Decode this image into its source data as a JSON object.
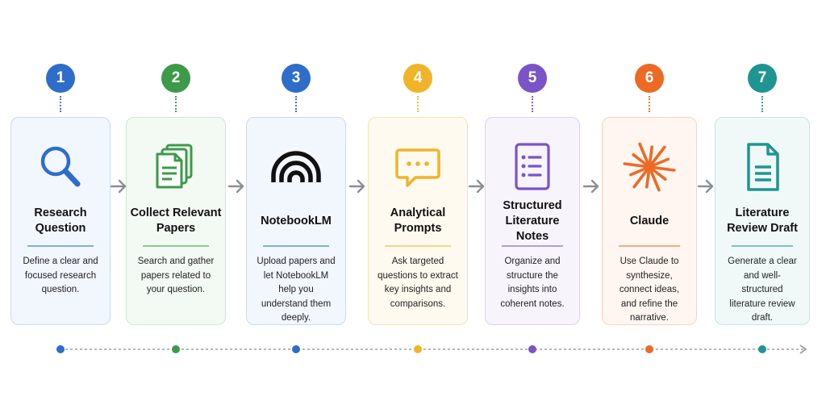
{
  "steps": [
    {
      "number": "1",
      "title": "Research Question",
      "description": "Define a clear and focused research question.",
      "icon": "magnifier-icon",
      "color": "#2e6dc9",
      "bg": "#f2f6fd",
      "border": "#c9daf3"
    },
    {
      "number": "2",
      "title": "Collect Relevant Papers",
      "description": "Search and gather papers related to your question.",
      "icon": "papers-stack-icon",
      "color": "#3c9a48",
      "bg": "#f3f9f3",
      "border": "#cfe6d1"
    },
    {
      "number": "3",
      "title": "NotebookLM",
      "description": "Upload papers and let NotebookLM help you understand them deeply.",
      "icon": "notebooklm-logo-icon",
      "color": "#2e6dc9",
      "bg": "#f2f6fd",
      "border": "#c9daf3"
    },
    {
      "number": "4",
      "title": "Analytical Prompts",
      "description": "Ask targeted questions to extract key insights and comparisons.",
      "icon": "chat-bubble-icon",
      "color": "#f0b32a",
      "bg": "#fffaf0",
      "border": "#f5e2b8"
    },
    {
      "number": "5",
      "title": "Structured Literature Notes",
      "description": "Organize and structure the insights into coherent notes.",
      "icon": "notes-list-icon",
      "color": "#7b55c7",
      "bg": "#f7f4fc",
      "border": "#dcd1f0"
    },
    {
      "number": "6",
      "title": "Claude",
      "description": "Use Claude to synthesize, connect ideas, and refine the narrative.",
      "icon": "claude-starburst-icon",
      "color": "#ec6a24",
      "bg": "#fff6f1",
      "border": "#f6d3c0"
    },
    {
      "number": "7",
      "title": "Literature Review Draft",
      "description": "Generate a clear and well-structured literature review draft.",
      "icon": "document-icon",
      "color": "#1f9591",
      "bg": "#f1f9f8",
      "border": "#c7e4e2"
    }
  ],
  "colors": {
    "arrow": "#8a8f96",
    "timeline": "#9aa0a6"
  }
}
